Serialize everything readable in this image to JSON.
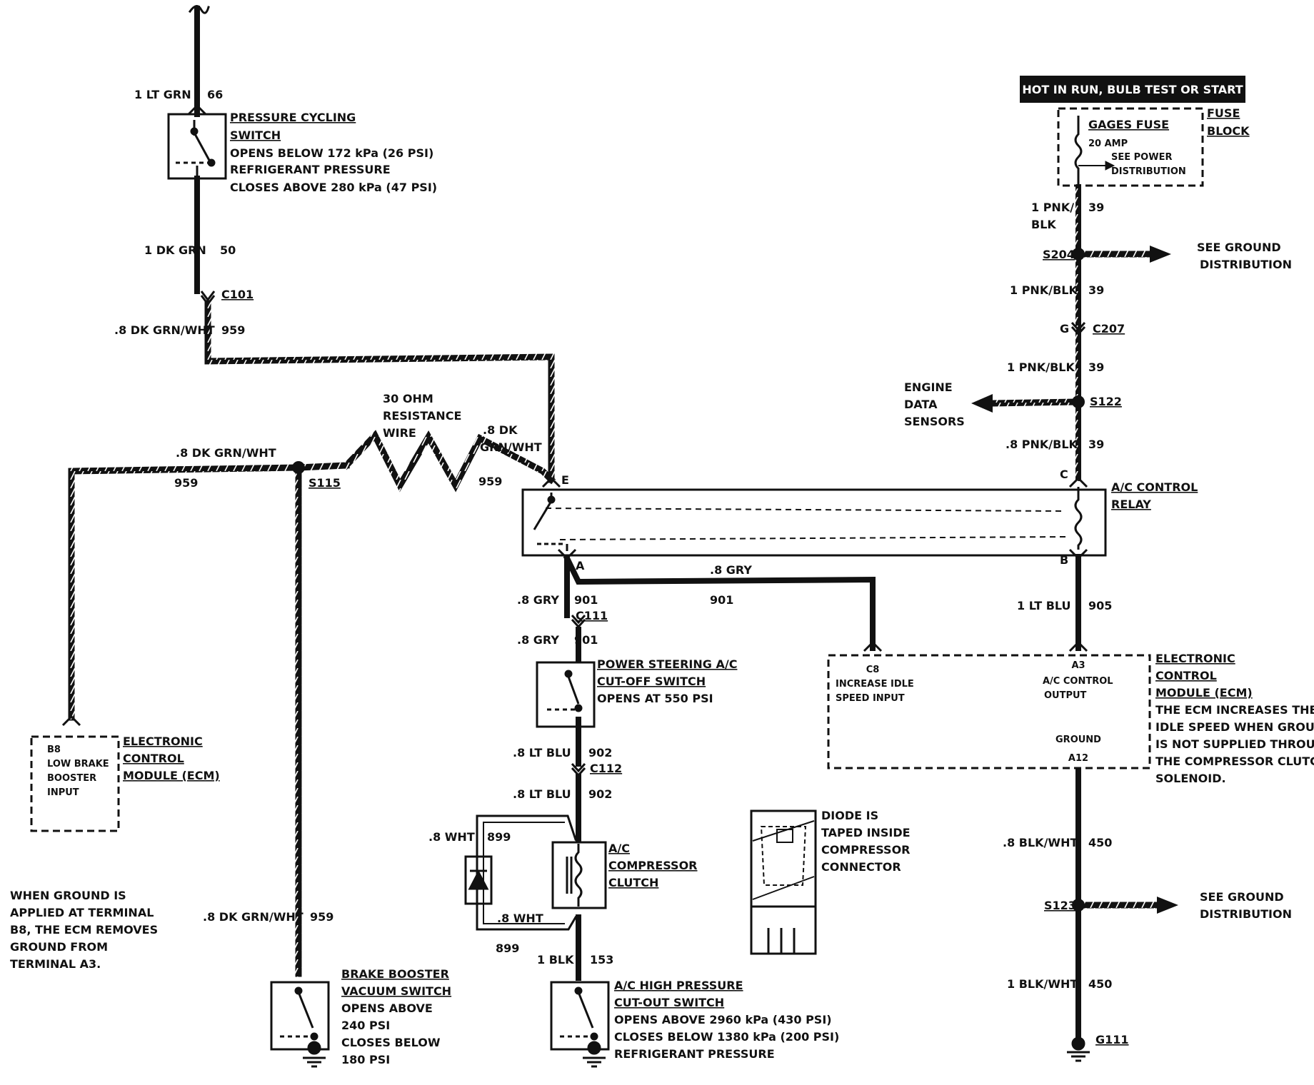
{
  "colors": {
    "ink": "#111111",
    "paper": "#ffffff"
  },
  "banner": "HOT IN RUN, BULB TEST OR START",
  "fuse": {
    "block_line1": "FUSE",
    "block_line2": "BLOCK",
    "name": "GAGES FUSE",
    "rating": "20 AMP",
    "note_line1": "SEE POWER",
    "note_line2": "DISTRIBUTION"
  },
  "pressure_cycling": {
    "title_line1": "PRESSURE CYCLING",
    "title_line2": "SWITCH",
    "line3": "OPENS BELOW 172 kPa (26 PSI)",
    "line4": "REFRIGERANT PRESSURE",
    "line5": "CLOSES ABOVE 280 kPa (47 PSI)"
  },
  "wires": {
    "lt_grn": "1 LT GRN",
    "c66": "66",
    "dk_grn": "1 DK GRN",
    "c50": "50",
    "c101": "C101",
    "dk_grn_wht_a": ".8 DK GRN/WHT",
    "c959_a": "959",
    "resistance_1": "30 OHM",
    "resistance_2": "RESISTANCE",
    "resistance_3": "WIRE",
    "dk_grn_wht_b1": ".8 DK",
    "dk_grn_wht_b2": "GRN/WHT",
    "c959_b": "959",
    "dk_grn_wht_c": ".8 DK GRN/WHT",
    "c959_c": "959",
    "s115": "S115",
    "dk_grn_wht_d": ".8 DK GRN/WHT",
    "c959_d": "959",
    "pnk_blk_a1": "1 PNK/",
    "pnk_blk_a2": "BLK",
    "c39_a": "39",
    "s204": "S204",
    "see_ground_1a": "SEE GROUND",
    "see_ground_1b": "DISTRIBUTION",
    "pnk_blk_b": "1 PNK/BLK",
    "c39_b": "39",
    "g": "G",
    "c207": "C207",
    "pnk_blk_c": "1 PNK/BLK",
    "c39_c": "39",
    "engine_1": "ENGINE",
    "engine_2": "DATA",
    "engine_3": "SENSORS",
    "s122": "S122",
    "pnk_blk_d": ".8 PNK/BLK",
    "c39_d": "39",
    "term_c": "C",
    "term_b": "B",
    "term_e": "E",
    "term_a": "A",
    "lt_blu_905": "1 LT BLU",
    "c905": "905",
    "gry_a": ".8 GRY",
    "c901_a": "901",
    "gry_b": ".8 GRY",
    "c901_b": "901",
    "c111": "C111",
    "gry_c": ".8 GRY",
    "c901_c": "901",
    "lt_blu_a": ".8 LT BLU",
    "c902_a": "902",
    "c112": "C112",
    "lt_blu_b": ".8 LT BLU",
    "c902_b": "902",
    "wht_a": ".8 WHT",
    "c899_a": "899",
    "wht_b": ".8 WHT",
    "c899_b": "899",
    "blk": "1 BLK",
    "c153": "153",
    "blk_wht_a": ".8 BLK/WHT",
    "c450_a": "450",
    "s123": "S123",
    "see_ground_2a": "SEE GROUND",
    "see_ground_2b": "DISTRIBUTION",
    "blk_wht_b": "1 BLK/WHT",
    "c450_b": "450",
    "g111": "G111"
  },
  "relay": {
    "line1": "A/C CONTROL",
    "line2": "RELAY"
  },
  "ecm_right": {
    "c8": "C8",
    "c8_l1": "INCREASE IDLE",
    "c8_l2": "SPEED INPUT",
    "a3": "A3",
    "a3_l1": "A/C CONTROL",
    "a3_l2": "OUTPUT",
    "ground": "GROUND",
    "a12": "A12",
    "title1": "ELECTRONIC",
    "title2": "CONTROL",
    "title3": "MODULE (ECM)",
    "note1": "THE ECM INCREASES THE",
    "note2": "IDLE SPEED WHEN GROUND",
    "note3": "IS NOT SUPPLIED THROUGH",
    "note4": "THE COMPRESSOR CLUTCH",
    "note5": "SOLENOID."
  },
  "ecm_left": {
    "b8": "B8",
    "l1": "LOW BRAKE",
    "l2": "BOOSTER",
    "l3": "INPUT",
    "title1": "ELECTRONIC",
    "title2": "CONTROL",
    "title3": "MODULE (ECM)"
  },
  "left_note": {
    "l1": "WHEN GROUND IS",
    "l2": "APPLIED AT TERMINAL",
    "l3": "B8, THE ECM REMOVES",
    "l4": "GROUND FROM",
    "l5": "TERMINAL A3."
  },
  "ps_switch": {
    "l1": "POWER STEERING A/C",
    "l2": "CUT-OFF SWITCH",
    "l3": "OPENS AT 550 PSI"
  },
  "compressor": {
    "l1": "A/C",
    "l2": "COMPRESSOR",
    "l3": "CLUTCH"
  },
  "diode_note": {
    "l1": "DIODE IS",
    "l2": "TAPED INSIDE",
    "l3": "COMPRESSOR",
    "l4": "CONNECTOR"
  },
  "brake_booster": {
    "l1": "BRAKE BOOSTER",
    "l2": "VACUUM SWITCH",
    "l3": "OPENS ABOVE",
    "l4": "240 PSI",
    "l5": "CLOSES BELOW",
    "l6": "180 PSI"
  },
  "high_pressure": {
    "l1": "A/C HIGH PRESSURE",
    "l2": "CUT-OUT SWITCH",
    "l3": "OPENS ABOVE 2960 kPa (430 PSI)",
    "l4": "CLOSES BELOW 1380 kPa (200 PSI)",
    "l5": "REFRIGERANT PRESSURE"
  }
}
